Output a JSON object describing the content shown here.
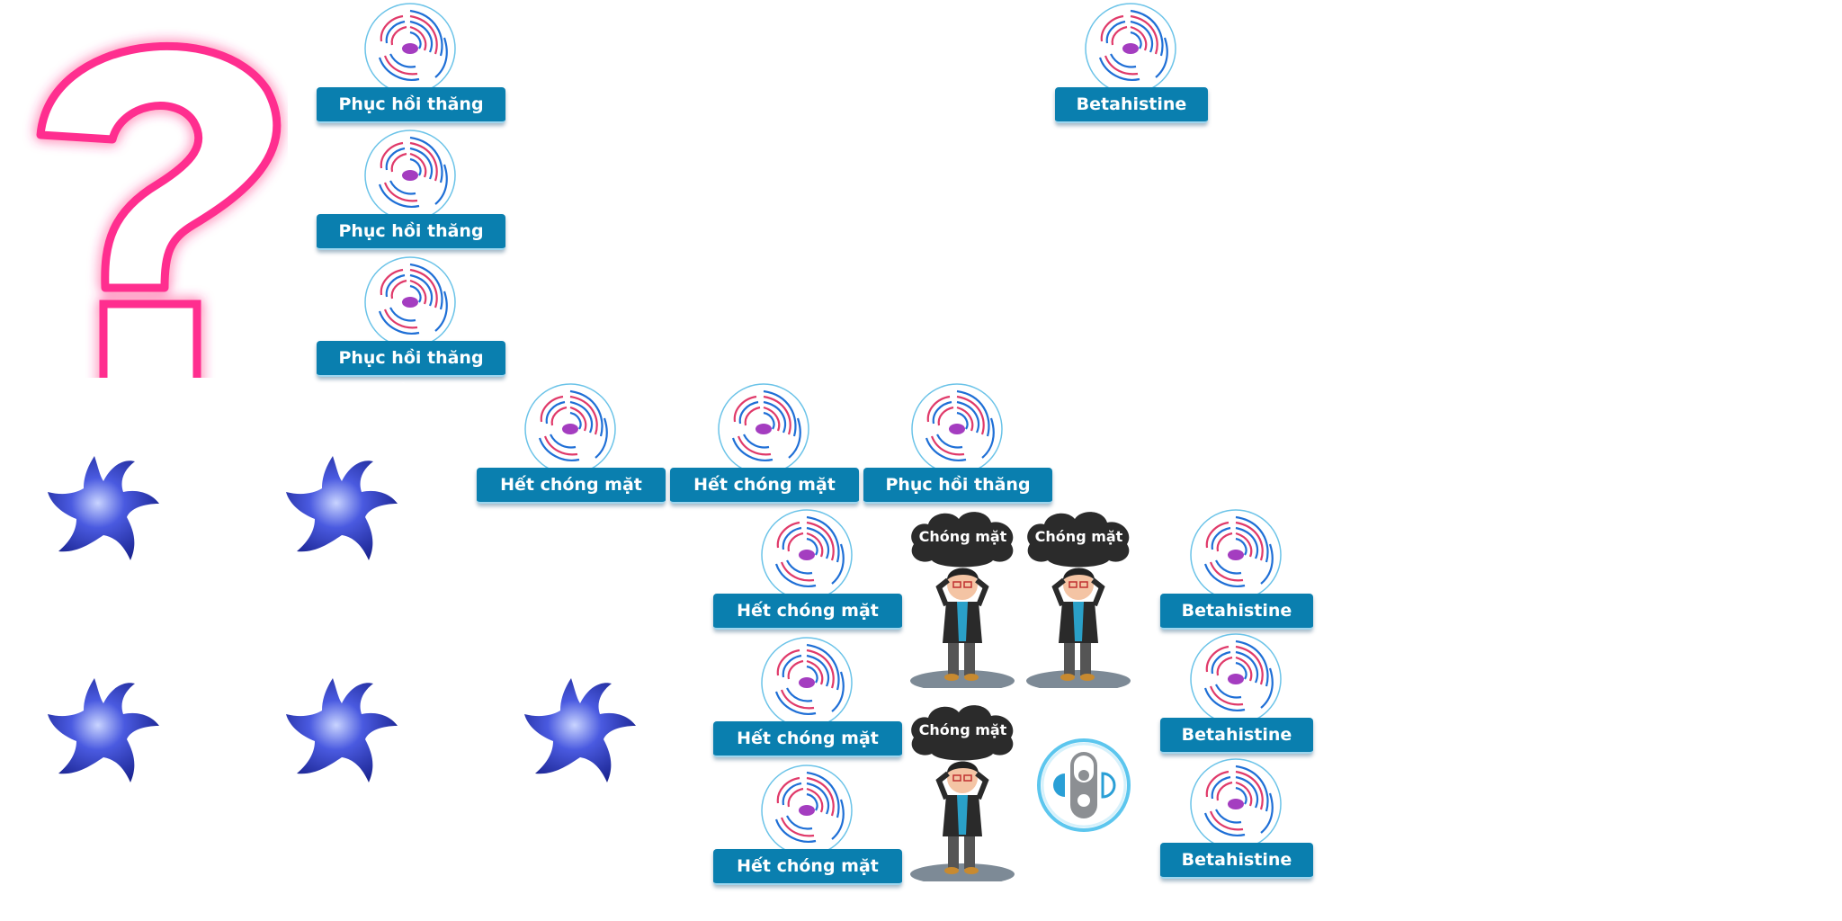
{
  "decorations": {
    "question_mark": "?",
    "question_mark_color": "#ff2d8f",
    "label_color": "#0a7faf",
    "neuron_color": "#3a4fd8"
  },
  "cards": {
    "balance_1": "Phục hồi thăng bằng",
    "balance_2": "Phục hồi thăng bằng",
    "balance_3": "Phục hồi thăng bằng",
    "balance_4": "Phục hồi thăng bằng",
    "betahistine_top": "Betahistine",
    "betahistine_1": "Betahistine",
    "betahistine_2": "Betahistine",
    "betahistine_3": "Betahistine",
    "no_dizzy_1": "Hết chóng mặt",
    "no_dizzy_2": "Hết chóng mặt",
    "no_dizzy_3": "Hết chóng mặt",
    "no_dizzy_4": "Hết chóng mặt",
    "no_dizzy_5": "Hết chóng mặt"
  },
  "dizzy": {
    "cloud_1": "Chóng mặt",
    "cloud_2": "Chóng mặt",
    "cloud_3": "Chóng mặt"
  }
}
